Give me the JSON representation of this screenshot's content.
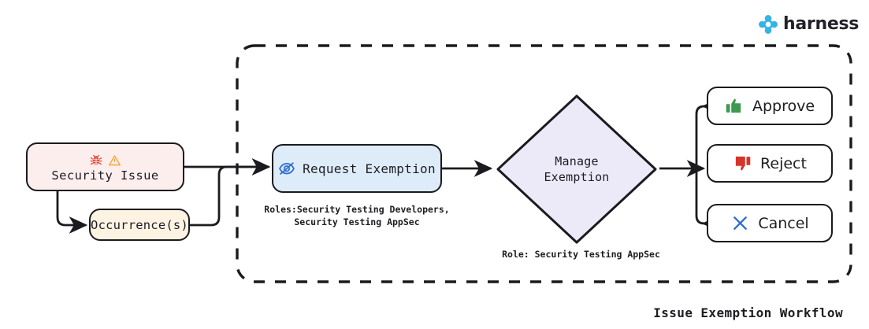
{
  "brand": {
    "name": "harness",
    "logo_icon": "harness-clover-logo-icon",
    "logo_color": "#33b3e8"
  },
  "diagram": {
    "title": "Issue Exemption Workflow",
    "boundary": {
      "style": "dashed",
      "color": "#1b1b1f"
    },
    "nodes": {
      "security_issue": {
        "label": "Security Issue",
        "bug_icon": "bug-icon",
        "warning_icon": "warning-triangle-icon",
        "fill": "#fdeeee",
        "stroke": "#1b1b1f"
      },
      "occurrences": {
        "label": "Occurrence(s)",
        "fill": "#fdf3e3",
        "stroke": "#1b1b1f"
      },
      "request_exemption": {
        "label": "Request Exemption",
        "icon": "eye-slash-icon",
        "icon_color": "#2f6fd0",
        "fill": "#deecf9",
        "stroke": "#1b1b1f",
        "caption": "Roles:Security Testing Developers,\nSecurity Testing AppSec"
      },
      "manage_exemption": {
        "label": "Manage\nExemption",
        "fill": "#eceaf9",
        "stroke": "#1b1b1f",
        "caption": "Role: Security Testing AppSec"
      },
      "approve": {
        "label": "Approve",
        "icon": "thumbs-up-icon",
        "icon_color": "#3d9a4e",
        "fill": "#ffffff",
        "stroke": "#1b1b1f"
      },
      "reject": {
        "label": "Reject",
        "icon": "thumbs-down-icon",
        "icon_color": "#d6342a",
        "fill": "#ffffff",
        "stroke": "#1b1b1f"
      },
      "cancel": {
        "label": "Cancel",
        "icon": "close-x-icon",
        "icon_color": "#2f6fd0",
        "fill": "#ffffff",
        "stroke": "#1b1b1f"
      }
    }
  }
}
